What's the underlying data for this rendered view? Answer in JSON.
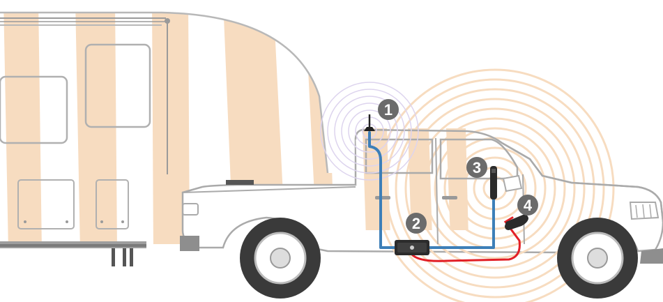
{
  "diagram": {
    "colors": {
      "stripe": "#f7dcc0",
      "outline": "#b8b8b8",
      "outline_dark": "#8e8e8e",
      "signal": "#ddd4ee",
      "coax_cable": "#3d7fb8",
      "power_cable": "#e21f26",
      "marker": "#6b6b6b"
    },
    "vehicles": {
      "trailer": {
        "icon": "fifth-wheel-trailer"
      },
      "truck": {
        "icon": "pickup-truck"
      }
    },
    "components": [
      {
        "number": "1",
        "icon": "outside-antenna-icon"
      },
      {
        "number": "2",
        "icon": "signal-booster-icon"
      },
      {
        "number": "3",
        "icon": "inside-antenna-icon"
      },
      {
        "number": "4",
        "icon": "power-supply-icon"
      }
    ]
  }
}
